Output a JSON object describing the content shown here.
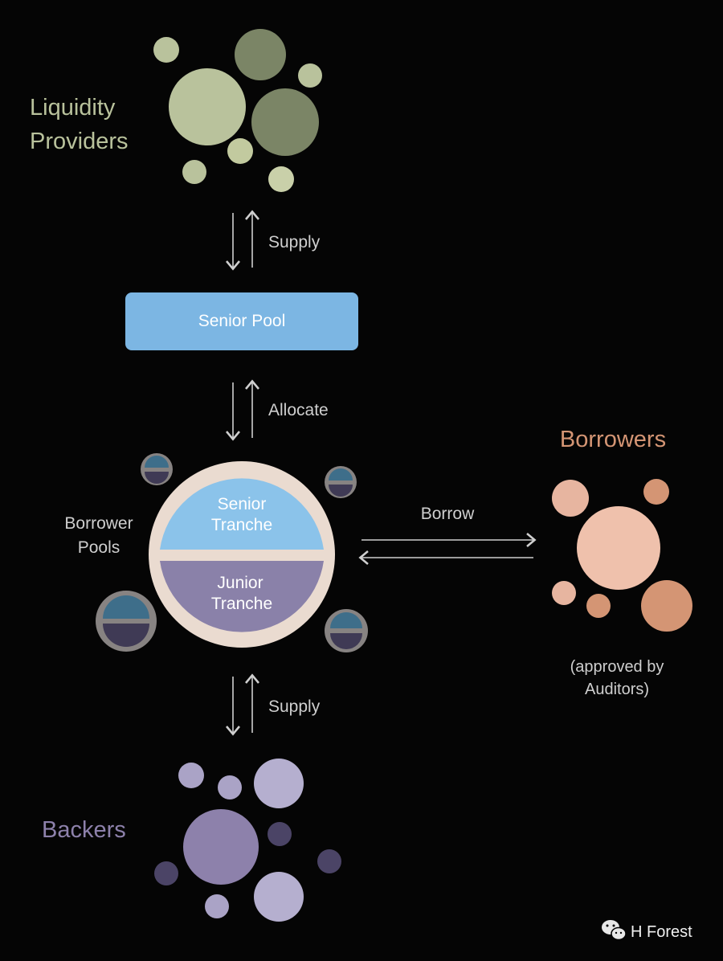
{
  "groups": {
    "liquidity_providers": {
      "line1": "Liquidity",
      "line2": "Providers",
      "color": "#b9c29c"
    },
    "borrowers": {
      "label": "Borrowers",
      "note_line1": "(approved by",
      "note_line2": "Auditors)",
      "color": "#d49574"
    },
    "backers": {
      "label": "Backers",
      "color": "#8d81ab"
    }
  },
  "senior_pool": {
    "label": "Senior Pool",
    "color": "#7cb6e3"
  },
  "tranches": {
    "senior_line1": "Senior",
    "senior_line2": "Tranche",
    "junior_line1": "Junior",
    "junior_line2": "Tranche",
    "senior_color": "#8bc3ea",
    "junior_color": "#8a81a9",
    "ring_color": "#eadbd0"
  },
  "borrower_pools": {
    "line1": "Borrower",
    "line2": "Pools"
  },
  "flows": {
    "supply_top": "Supply",
    "allocate": "Allocate",
    "borrow": "Borrow",
    "supply_bottom": "Supply"
  },
  "watermark": {
    "label": "H Forest",
    "icon": "wechat-icon"
  }
}
